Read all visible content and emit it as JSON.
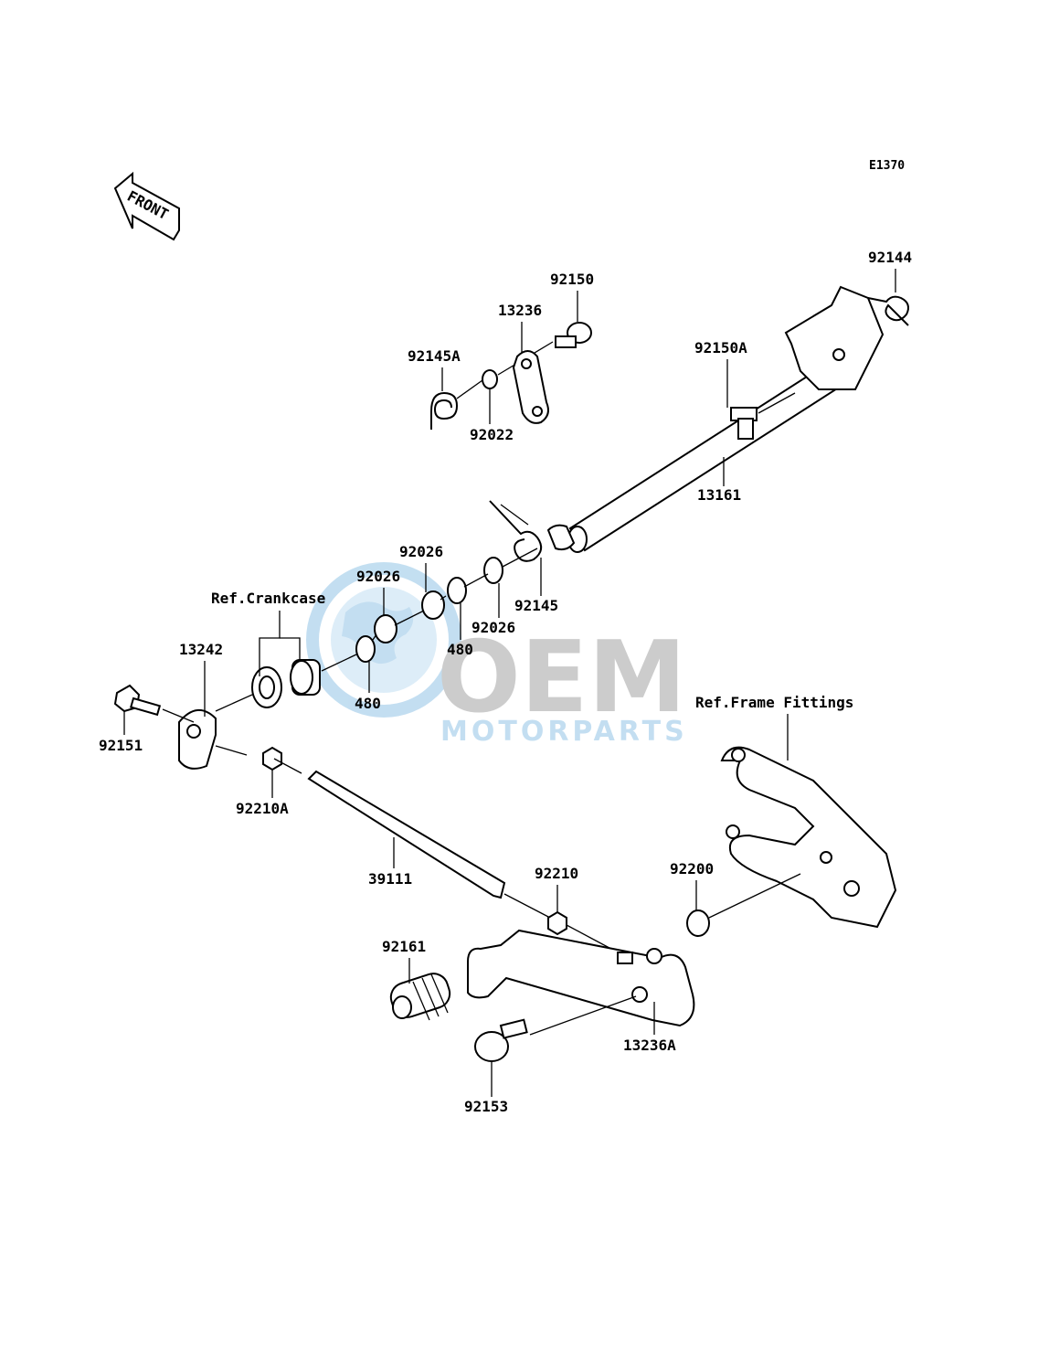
{
  "diagram_code": "E1370",
  "front_arrow_label": "FRONT",
  "watermark": {
    "brand": "OEM",
    "sub": "MOTORPARTS",
    "color": "#b9d9ef",
    "gray": "#c4c4c4"
  },
  "references": {
    "crankcase": "Ref.Crankcase",
    "frame_fittings": "Ref.Frame Fittings"
  },
  "parts": {
    "p92150": "92150",
    "p13236": "13236",
    "p92145A": "92145A",
    "p92022": "92022",
    "p92144": "92144",
    "p92150A": "92150A",
    "p13161": "13161",
    "p92026_a": "92026",
    "p92026_b": "92026",
    "p92026_c": "92026",
    "p92145": "92145",
    "p480_a": "480",
    "p480_b": "480",
    "p13242": "13242",
    "p92151": "92151",
    "p92210A": "92210A",
    "p39111": "39111",
    "p92210": "92210",
    "p92200": "92200",
    "p92161": "92161",
    "p13236A": "13236A",
    "p92153": "92153"
  }
}
